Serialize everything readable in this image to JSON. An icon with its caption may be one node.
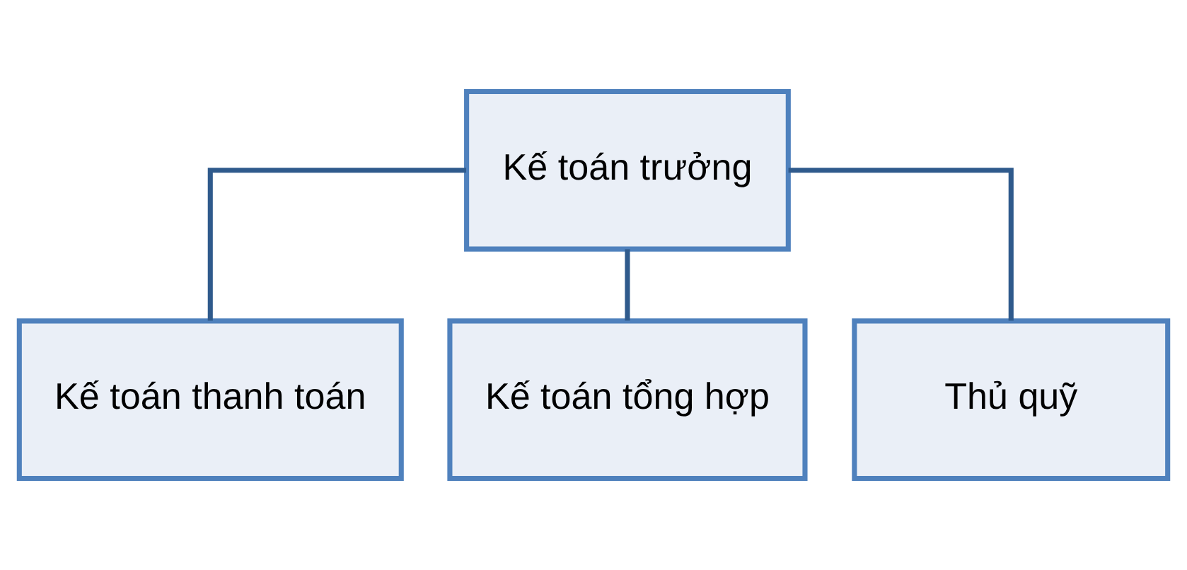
{
  "diagram": {
    "nodes": [
      {
        "text": [
          "Kế toán trưởng"
        ]
      },
      {
        "text": [
          "Kế toán thanh toán"
        ]
      },
      {
        "text": [
          "Kế toán tổng hợp"
        ]
      },
      {
        "text": [
          "Thủ quỹ"
        ]
      }
    ],
    "edges": [
      {
        "from": 0,
        "to": 1,
        "arrow": "none"
      },
      {
        "from": 0,
        "to": 2,
        "arrow": "none"
      },
      {
        "from": 0,
        "to": 3,
        "arrow": "none"
      }
    ]
  }
}
